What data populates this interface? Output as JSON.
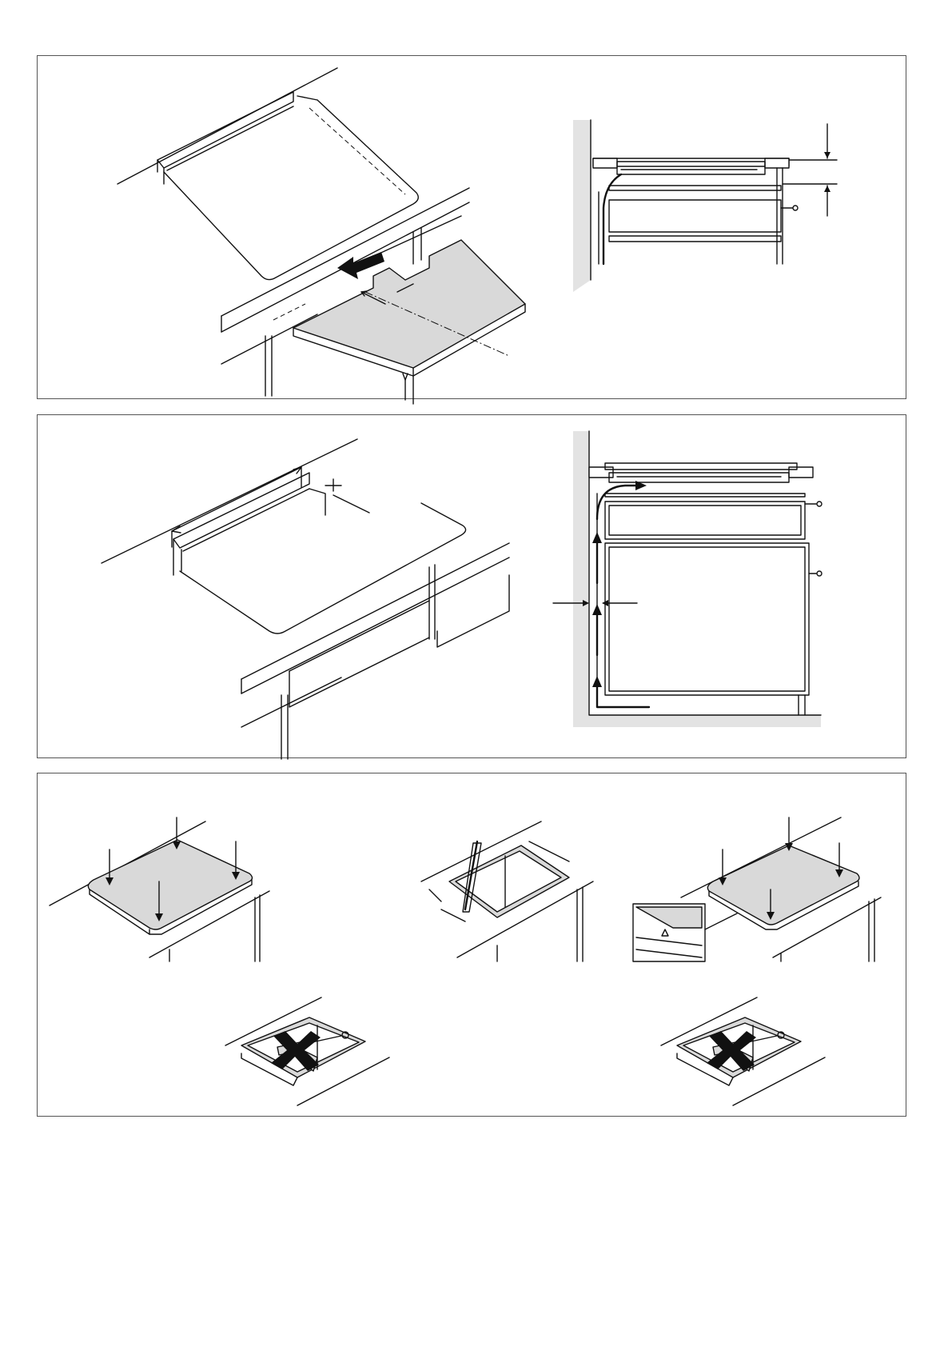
{
  "figures": {
    "panel_1": [
      "hob-cutout-with-fill-plate",
      "side-section-with-drawer"
    ],
    "panel_2": [
      "cutout-dimensions",
      "side-section-with-oven-ventilation"
    ],
    "panel_3": [
      "press-hob-into-place",
      "seal-cutout-edge",
      "press-hob-with-detail",
      "do-not-use-screwdriver-left",
      "do-not-use-screwdriver-right"
    ]
  },
  "colors": {
    "line": "#111111",
    "fill_gray": "#d9d9d9",
    "wall_gray": "#e3e3e3",
    "frame": "#555555"
  },
  "icons": [
    "arrow-icon",
    "prohibited-x-icon",
    "screwdriver-icon",
    "pencil-icon"
  ]
}
